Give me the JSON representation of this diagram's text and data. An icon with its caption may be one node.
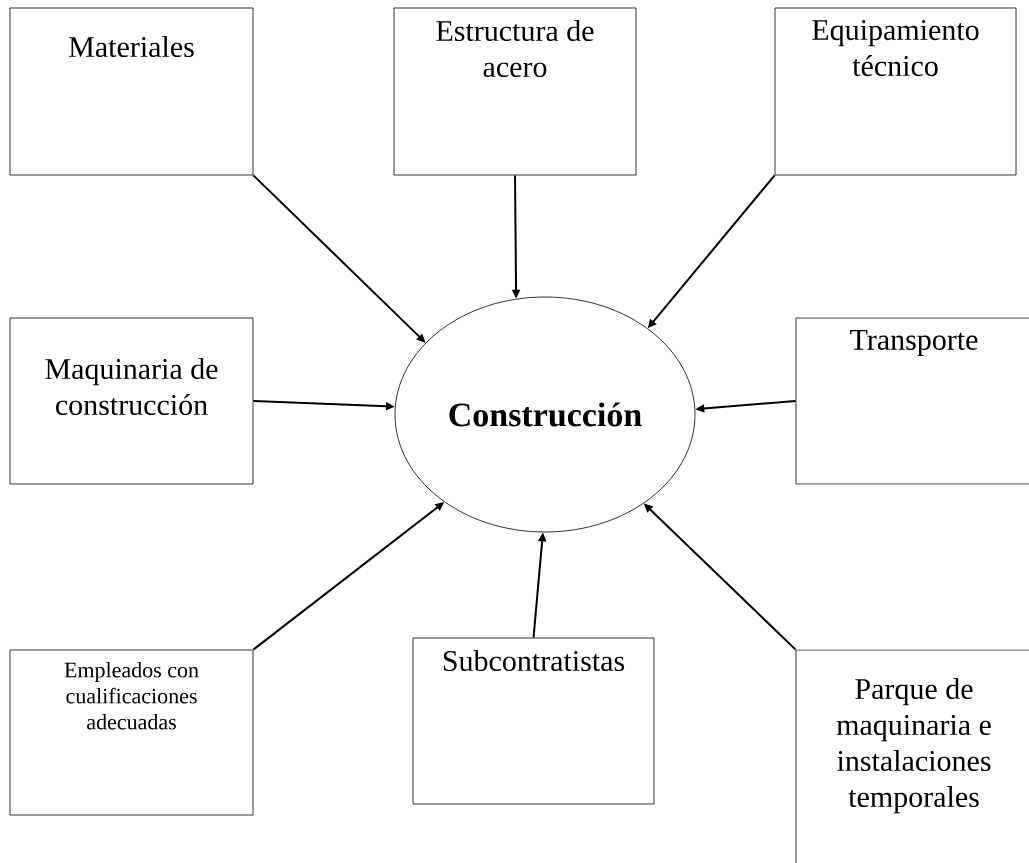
{
  "diagram": {
    "nodes": [
      {
        "text": [
          "Materiales"
        ]
      },
      {
        "text": [
          "Estructura de acero"
        ]
      },
      {
        "text": [
          "Equipamiento técnico"
        ]
      },
      {
        "text": [
          "Maquinaria de construcción"
        ]
      },
      {
        "text": [
          "Construcción"
        ]
      },
      {
        "text": [
          "Transporte"
        ]
      },
      {
        "text": [
          "Empleados con cualificaciones adecuadas"
        ]
      },
      {
        "text": [
          "Subcontratistas"
        ]
      },
      {
        "text": [
          "Parque de maquinaria e instalaciones temporales"
        ]
      }
    ],
    "edges": [
      {
        "from": 0,
        "to": 4,
        "arrow": "to"
      },
      {
        "from": 1,
        "to": 4,
        "arrow": "to"
      },
      {
        "from": 2,
        "to": 4,
        "arrow": "to"
      },
      {
        "from": 3,
        "to": 4,
        "arrow": "to"
      },
      {
        "from": 5,
        "to": 4,
        "arrow": "to"
      },
      {
        "from": 6,
        "to": 4,
        "arrow": "to"
      },
      {
        "from": 7,
        "to": 4,
        "arrow": "to"
      },
      {
        "from": 8,
        "to": 4,
        "arrow": "to"
      }
    ]
  }
}
